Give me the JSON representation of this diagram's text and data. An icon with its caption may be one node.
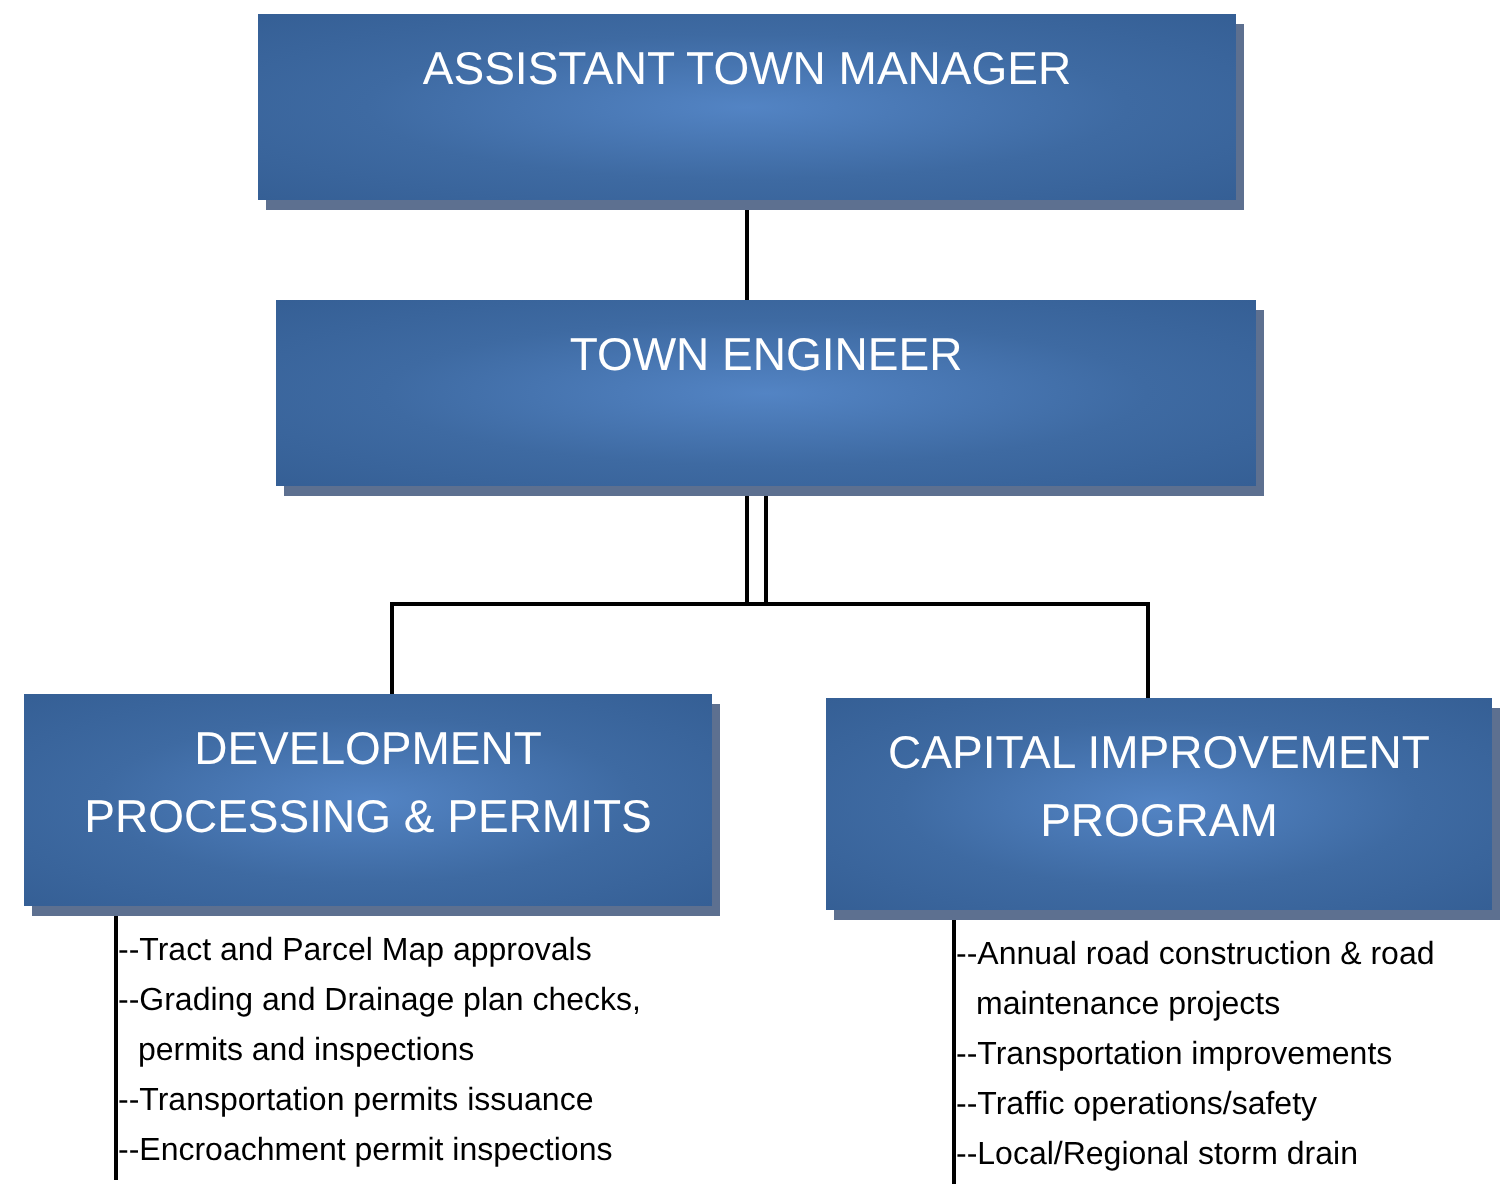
{
  "diagram": {
    "nodes": [
      {
        "text": [
          "ASSISTANT TOWN MANAGER"
        ]
      },
      {
        "text": [
          "TOWN ENGINEER"
        ]
      },
      {
        "text": [
          "DEVELOPMENT PROCESSING & PERMITS"
        ],
        "beside": [
          "--Tract and Parcel Map approvals",
          "--Grading and Drainage plan checks, permits and inspections",
          "--Transportation permits issuance",
          "--Encroachment permit inspections"
        ]
      },
      {
        "text": [
          "CAPITAL IMPROVEMENT PROGRAM"
        ],
        "beside": [
          "--Annual road construction & road maintenance projects",
          "--Transportation improvements",
          "--Traffic operations/safety",
          "--Local/Regional storm drain"
        ]
      }
    ],
    "edges": [
      {
        "from": 0,
        "to": 1,
        "arrow": "none"
      },
      {
        "from": 1,
        "to": 2,
        "arrow": "none"
      },
      {
        "from": 1,
        "to": 3,
        "arrow": "none"
      }
    ]
  }
}
